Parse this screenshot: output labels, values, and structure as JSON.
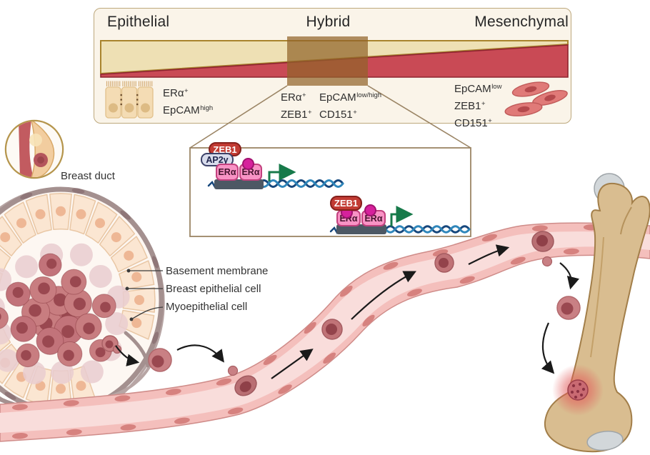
{
  "spectrum_panel": {
    "header_epithelial": "Epithelial",
    "header_hybrid": "Hybrid",
    "header_mesenchymal": "Mesenchymal",
    "epithelial_markers": [
      {
        "base": "ERα",
        "sup": "+"
      },
      {
        "base": "EpCAM",
        "sup": "high"
      }
    ],
    "hybrid_markers_col1": [
      {
        "base": "ERα",
        "sup": "+"
      },
      {
        "base": "ZEB1",
        "sup": "+"
      }
    ],
    "hybrid_markers_col2": [
      {
        "base": "EpCAM",
        "sup": "low/high"
      },
      {
        "base": "CD151",
        "sup": "+"
      }
    ],
    "mesenchymal_markers": [
      {
        "base": "EpCAM",
        "sup": "low"
      },
      {
        "base": "ZEB1",
        "sup": "+"
      },
      {
        "base": "CD151",
        "sup": "+"
      }
    ]
  },
  "inset": {
    "complex1": {
      "zeb1": "ZEB1",
      "ap2g": "AP2γ",
      "era_left": "ERα",
      "era_right": "ERα"
    },
    "complex2": {
      "zeb1": "ZEB1",
      "era_left": "ERα",
      "era_right": "ERα"
    }
  },
  "duct_labels": {
    "breast_duct": "Breast duct",
    "basement_membrane": "Basement membrane",
    "breast_epithelial_cell": "Breast epithelial cell",
    "myoepithelial_cell": "Myoepithelial cell"
  },
  "colors": {
    "panel_background": "#faf4e9",
    "epithelial_wedge": "#eee0b4",
    "mesenchymal_wedge": "#c94a55",
    "hybrid_overlay": "#92642a",
    "zeb1_pill": "#c23b33",
    "ap2g_pill": "#d8dcec",
    "era_box": "#f893c5",
    "phospho_circle": "#d6219c",
    "transcription_arrow": "#177a4a",
    "dna_dark": "#16477c",
    "dna_light": "#2f86ba",
    "vessel_wall": "#f4bfbc",
    "tumor_cell": "#c87d80",
    "bone": "#d9bd90"
  }
}
